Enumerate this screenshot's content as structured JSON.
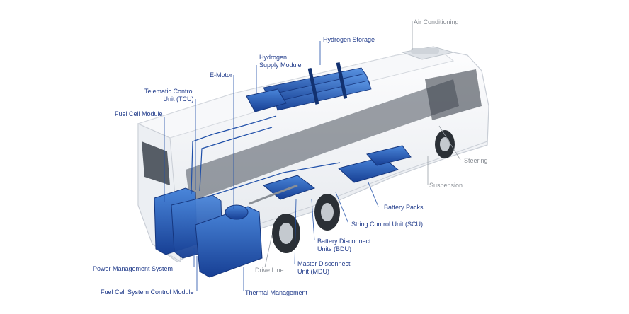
{
  "labels": {
    "air_conditioning": "Air Conditioning",
    "hydrogen_storage": "Hydrogen Storage",
    "hydrogen_supply_line1": "Hydrogen",
    "hydrogen_supply_line2": "Supply Module",
    "e_motor": "E-Motor",
    "tcu_line1": "Telematic Control",
    "tcu_line2": "Unit (TCU)",
    "fuel_cell_module": "Fuel Cell Module",
    "steering": "Steering",
    "suspension": "Suspension",
    "battery_packs": "Battery Packs",
    "scu": "String Control Unit (SCU)",
    "bdu_line1": "Battery Disconnect",
    "bdu_line2": "Units (BDU)",
    "mdu_line1": "Master Disconnect",
    "mdu_line2": "Unit (MDU)",
    "drive_line": "Drive Line",
    "power_management": "Power Management System",
    "fcscm": "Fuel Cell System Control Module",
    "thermal_management": "Thermal Management"
  },
  "colors": {
    "component_blue": "#1f4fa8",
    "component_light": "#3b78d0",
    "label_blue": "#1f3a8a",
    "label_gray": "#8a8f96",
    "bus_body": "#f2f4f7",
    "bus_outline": "#c9ced6"
  }
}
